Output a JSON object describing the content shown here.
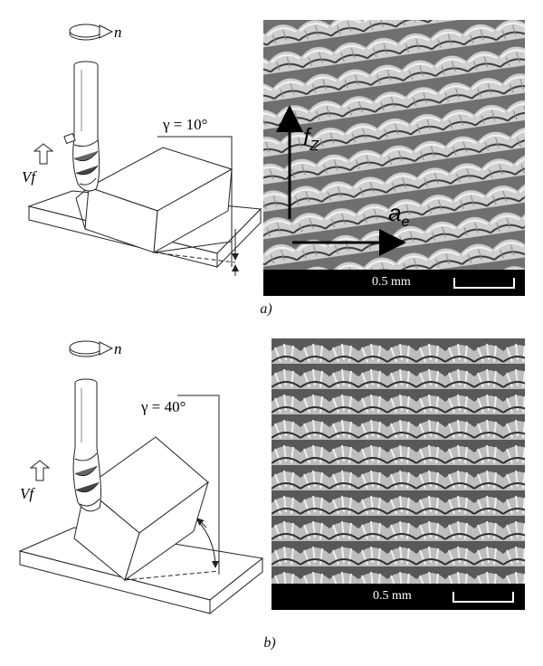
{
  "panels": [
    {
      "caption": "a)",
      "angle_label": "γ = 10°",
      "rotation_label": "n",
      "feed_label": "Vf",
      "scale_label": "0.5 mm",
      "arrow_labels": {
        "fz": "f",
        "fz_sub": "Z",
        "ae": "a",
        "ae_sub": "e"
      }
    },
    {
      "caption": "b)",
      "angle_label": "γ = 40°",
      "rotation_label": "n",
      "feed_label": "Vf",
      "scale_label": "0.5 mm"
    }
  ]
}
